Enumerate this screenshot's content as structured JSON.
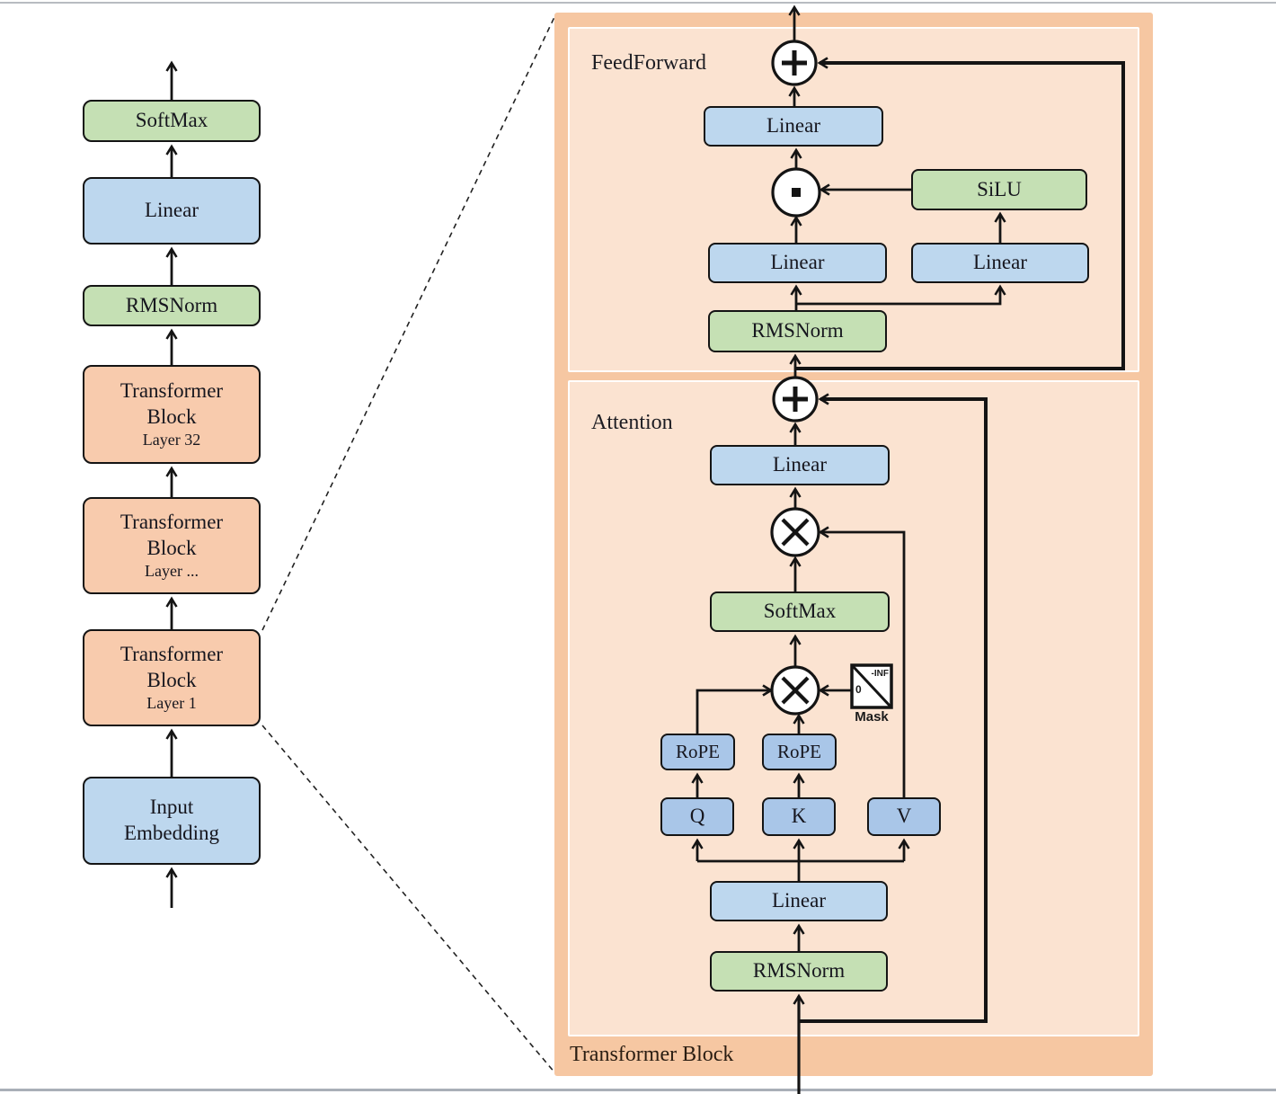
{
  "left_column": {
    "softmax_label": "SoftMax",
    "linear_label": "Linear",
    "rmsnorm_label": "RMSNorm",
    "block_word1": "Transformer",
    "block_word2": "Block",
    "layer_top_label": "Layer 32",
    "layer_mid_label": "Layer ...",
    "layer_bottom_label": "Layer 1",
    "input_word1": "Input",
    "input_word2": "Embedding"
  },
  "panel": {
    "title": "Transformer Block",
    "feedforward": {
      "section_label": "FeedForward",
      "output_linear_label": "Linear",
      "gate_linear_label": "Linear",
      "up_linear_label": "Linear",
      "silu_label": "SiLU",
      "rmsnorm_label": "RMSNorm"
    },
    "attention": {
      "section_label": "Attention",
      "output_linear_label": "Linear",
      "softmax_label": "SoftMax",
      "rope_q_label": "RoPE",
      "rope_k_label": "RoPE",
      "q_label": "Q",
      "k_label": "K",
      "v_label": "V",
      "qkv_linear_label": "Linear",
      "rmsnorm_label": "RMSNorm",
      "mask_caption": "Mask",
      "mask_neg_inf": "-INF",
      "mask_zero": "0"
    }
  },
  "colors": {
    "green": "#c5e0b4",
    "blue": "#bdd7ee",
    "qkv_blue": "#a9c6e8",
    "orange_block": "#f8cbad",
    "panel_outer": "#f6c7a2",
    "panel_inner": "#fbe3d1",
    "line": "#141414"
  }
}
